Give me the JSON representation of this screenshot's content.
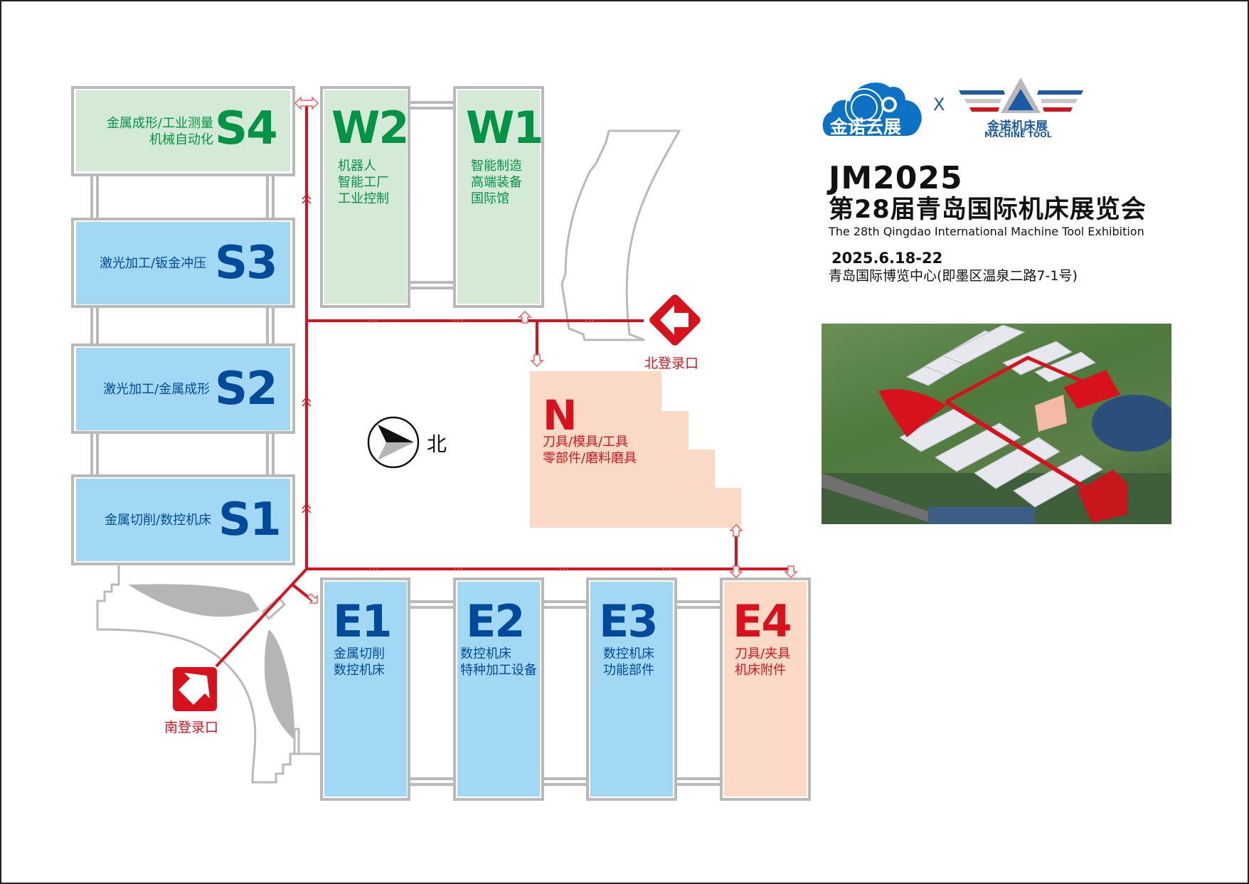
{
  "header": {
    "logo_left": {
      "name": "金诺云展",
      "icon": "cloud-gear-logo"
    },
    "separator": "X",
    "logo_right": {
      "name_cn": "金诺机床展",
      "name_en": "MACHINE TOOL",
      "icon": "triangle-wings-logo"
    },
    "brand_code": "JM2025",
    "title_cn": "第28届青岛国际机床展览会",
    "title_en": "The 28th Qingdao International Machine Tool Exhibition",
    "date": "2025.6.18-22",
    "venue": "青岛国际博览中心(即墨区温泉二路7-1号)"
  },
  "aerial_photo": {
    "description": "青岛国际博览中心鸟瞰图"
  },
  "compass": {
    "label": "北",
    "icon": "north-arrow-icon"
  },
  "entrances": [
    {
      "id": "north",
      "label": "北登录口",
      "icon": "arrow-left-diamond-icon"
    },
    {
      "id": "south",
      "label": "南登录口",
      "icon": "arrow-up-right-square-icon"
    }
  ],
  "halls": {
    "S4": {
      "code": "S4",
      "desc": "金属成形/工业测量\n机械自动化",
      "color": "#009444"
    },
    "S3": {
      "code": "S3",
      "desc": "激光加工/钣金冲压",
      "color": "#004a9c"
    },
    "S2": {
      "code": "S2",
      "desc": "激光加工/金属成形",
      "color": "#004a9c"
    },
    "S1": {
      "code": "S1",
      "desc": "金属切削/数控机床",
      "color": "#004a9c"
    },
    "W2": {
      "code": "W2",
      "desc": "机器人\n智能工厂\n工业控制",
      "color": "#009444"
    },
    "W1": {
      "code": "W1",
      "desc": "智能制造\n高端装备\n国际馆",
      "color": "#009444"
    },
    "N": {
      "code": "N",
      "desc": "刀具/模具/工具\n零部件/磨料磨具",
      "color": "#d7121c"
    },
    "E1": {
      "code": "E1",
      "desc": "金属切削\n数控机床",
      "color": "#004a9c"
    },
    "E2": {
      "code": "E2",
      "desc": "数控机床\n特种加工设备",
      "color": "#004a9c"
    },
    "E3": {
      "code": "E3",
      "desc": "数控机床\n功能部件",
      "color": "#004a9c"
    },
    "E4": {
      "code": "E4",
      "desc": "刀具/夹具\n机床附件",
      "color": "#d7121c"
    }
  },
  "colors": {
    "corridor": "#d7121c",
    "wall": "#b9b9b9",
    "hall_green": "#d4ead6",
    "hall_blue": "#a2d8f4",
    "hall_peach": "#fadac6",
    "building_gray": "#b5b5b5"
  }
}
